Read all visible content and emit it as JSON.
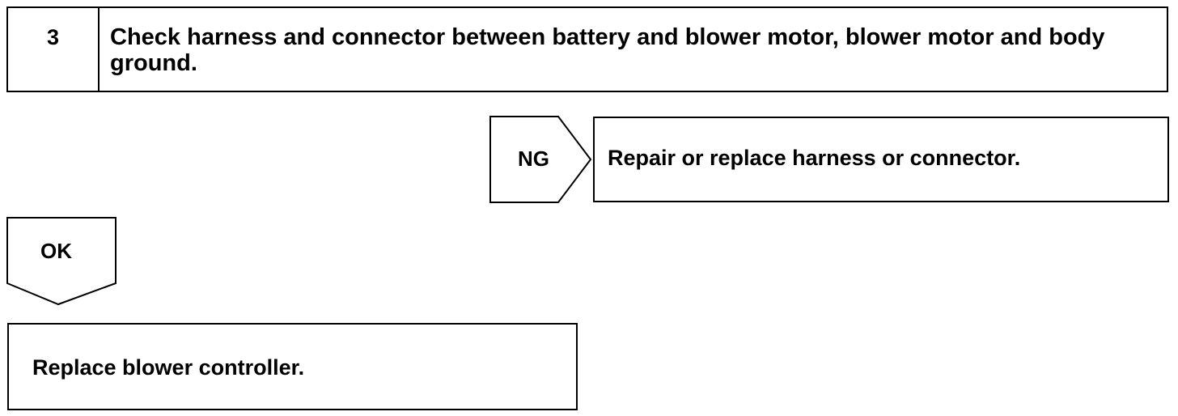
{
  "step": {
    "number": "3",
    "text": "Check harness and connector between battery and blower motor, blower motor and body ground."
  },
  "ng_branch": {
    "label": "NG",
    "action": "Repair or replace harness or connector."
  },
  "ok_branch": {
    "label": "OK",
    "action": "Replace blower controller."
  }
}
